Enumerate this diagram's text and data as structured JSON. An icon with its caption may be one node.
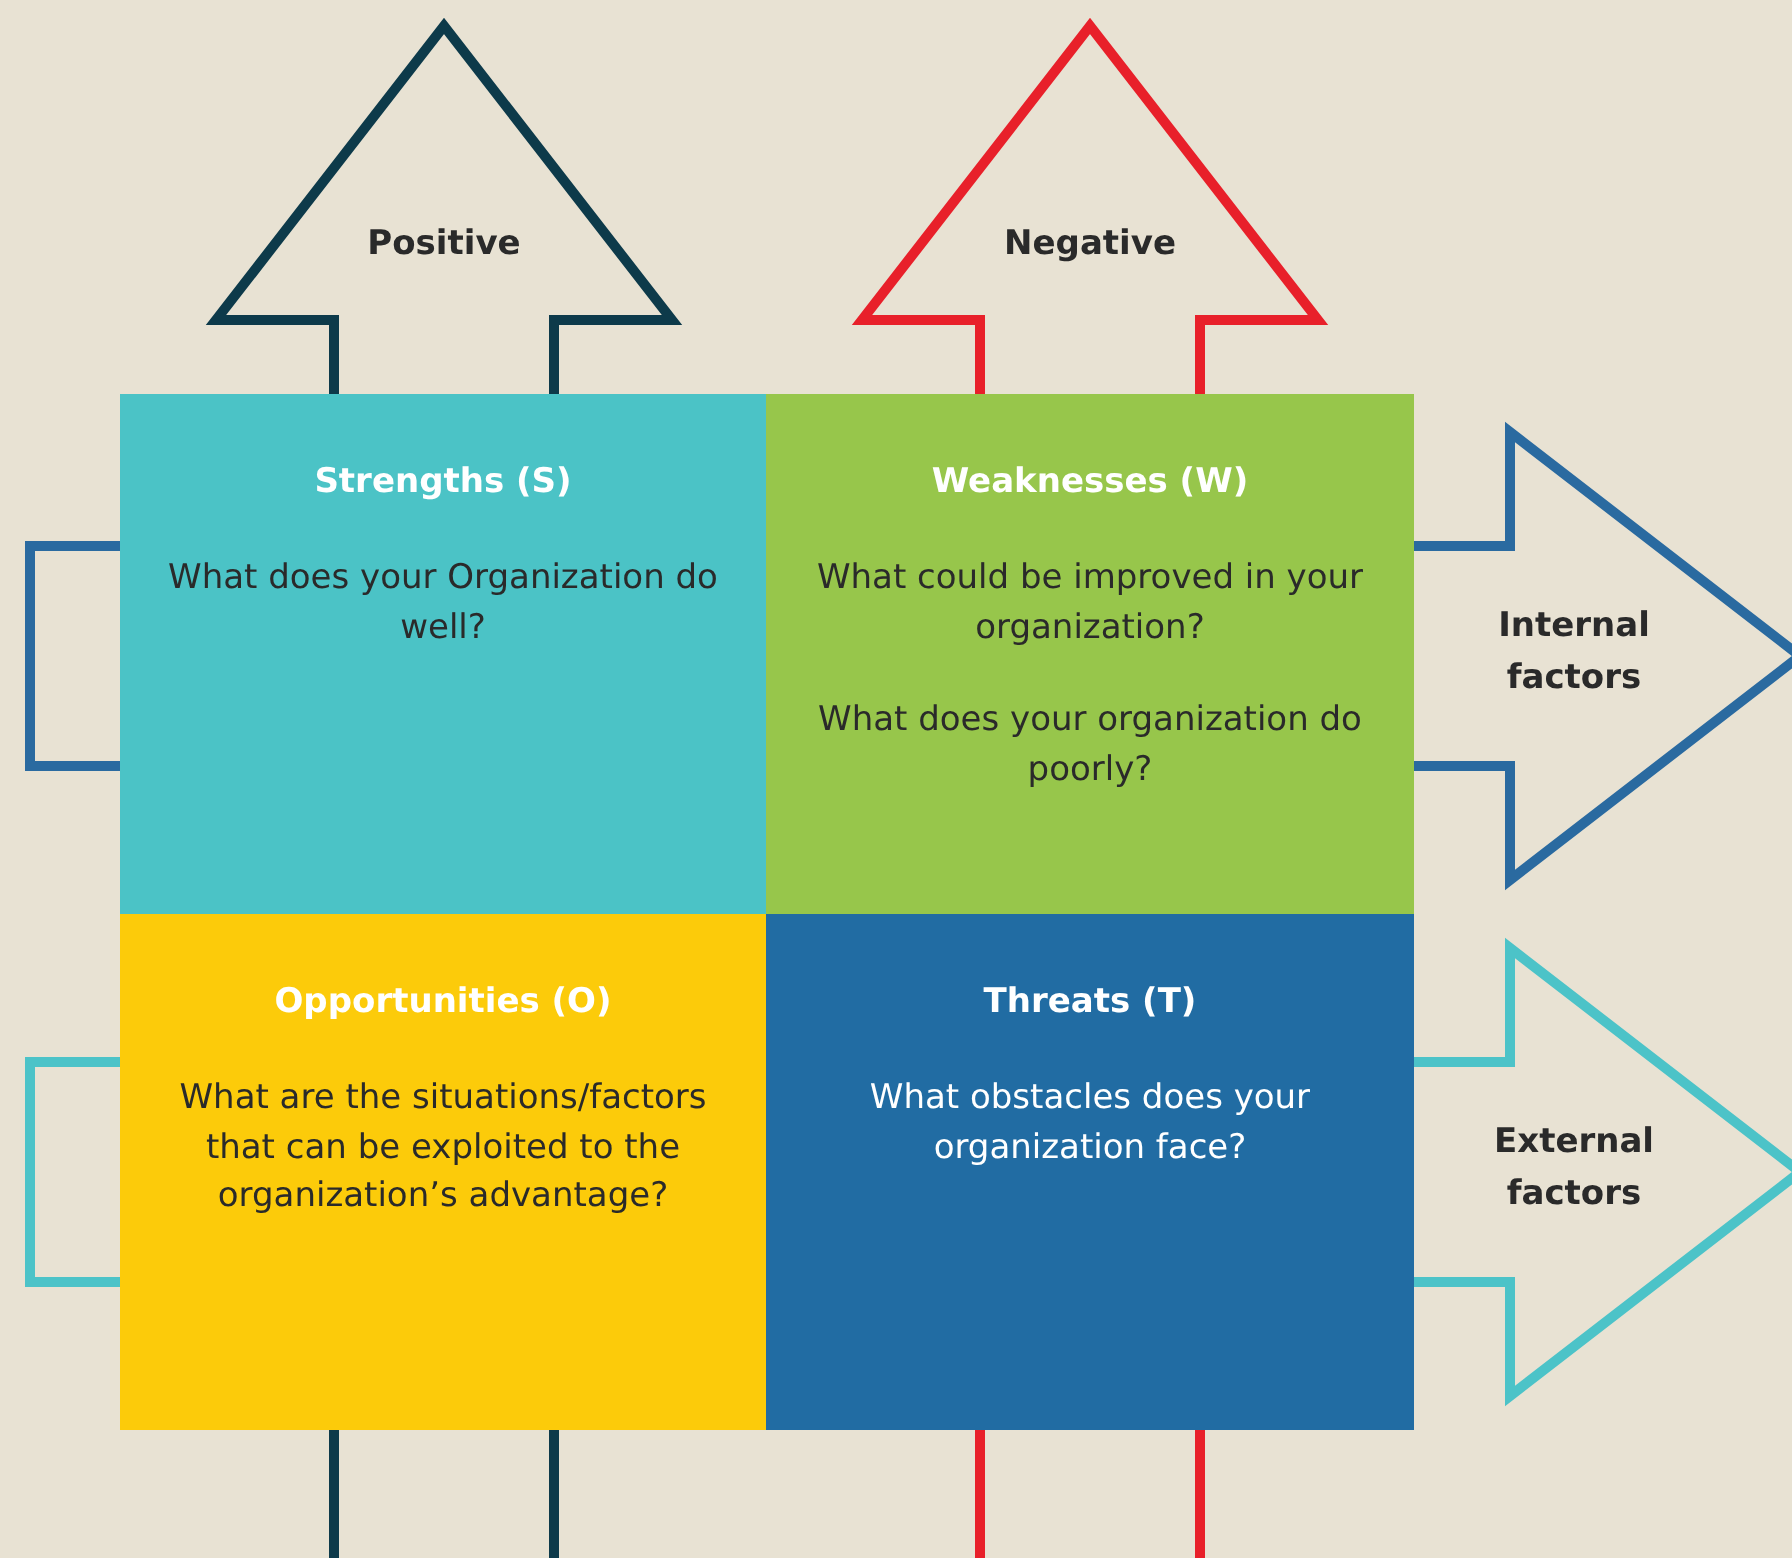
{
  "diagram": {
    "nodes": [
      {
        "text": [
          "Positive"
        ]
      },
      {
        "text": [
          "Negative"
        ]
      },
      {
        "text": [
          "Strengths (S)",
          "What does your Organization do well?"
        ]
      },
      {
        "text": [
          "Weaknesses (W)",
          "What could be improved in your organization?",
          "What does your organization do poorly?"
        ]
      },
      {
        "text": [
          "Internal factors"
        ]
      },
      {
        "text": [
          "Opportunities (O)",
          "What are the situations/factors that can be exploited to the organization’s advantage?"
        ]
      },
      {
        "text": [
          "Threats (T)",
          "What obstacles does your organization face?"
        ]
      },
      {
        "text": [
          "External factors"
        ]
      }
    ]
  }
}
